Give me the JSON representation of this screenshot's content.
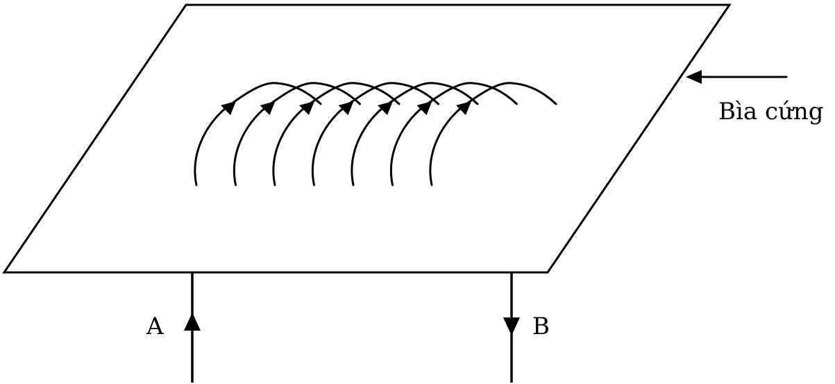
{
  "labels": {
    "board": "Bìa cứng",
    "wire_a": "A",
    "wire_b": "B"
  },
  "colors": {
    "line": "#000000",
    "background": "#ffffff"
  }
}
